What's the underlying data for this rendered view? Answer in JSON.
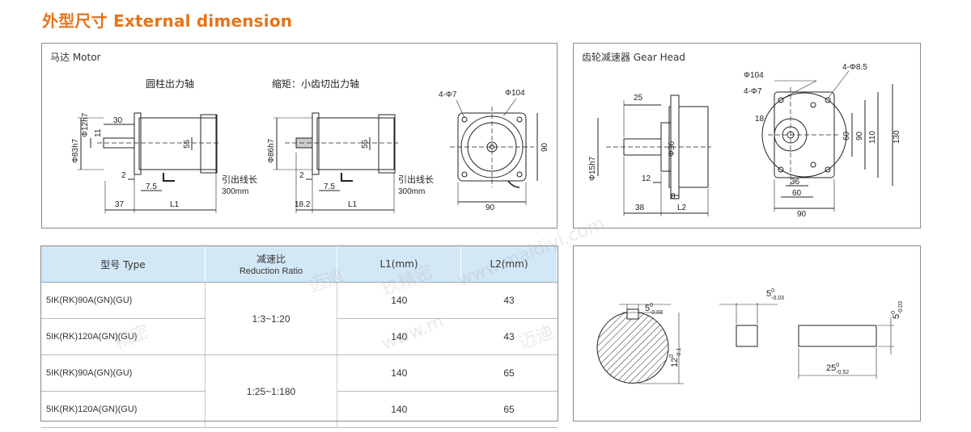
{
  "header": {
    "title": "外型尺寸 External dimension"
  },
  "motor_panel": {
    "title": "马达 Motor",
    "caption_round": "圆柱出力轴",
    "caption_gear": "缩矩：小齿切出力轴",
    "dims_round": {
      "d_shaft": "Φ12h7",
      "d_body": "Φ83h7",
      "len30": "30",
      "len11": "11",
      "len55": "55",
      "len2": "2",
      "len75": "7.5",
      "len37": "37",
      "L1": "L1"
    },
    "dims_gear": {
      "d_body": "Φ86h7",
      "len55": "55",
      "len2": "2",
      "len75": "7.5",
      "len182": "18.2",
      "L1": "L1"
    },
    "lead_label": "引出线长",
    "lead_len": "300mm",
    "front": {
      "holes": "4-Φ7",
      "pcd": "Φ104",
      "h90": "90",
      "w90": "90"
    }
  },
  "gear_panel": {
    "title": "齿轮减速器 Gear Head",
    "side": {
      "len25": "25",
      "d36": "Φ36",
      "d15": "Φ15h7",
      "len12": "12",
      "len8": "8",
      "len38": "38",
      "L2": "L2"
    },
    "front": {
      "pcd104": "Φ104",
      "holes7": "4-Φ7",
      "holes85": "4-Φ8.5",
      "len18": "18",
      "h60": "60",
      "h90": "90",
      "h110": "110",
      "h130": "130",
      "w36": "36",
      "w60": "60",
      "w90": "90"
    }
  },
  "key_panel": {
    "shaft_key_w": "5",
    "shaft_key_w_tol_hi": "0",
    "shaft_key_w_tol_lo": "-0.03",
    "shaft_h": "12",
    "shaft_h_tol_hi": "0",
    "shaft_h_tol_lo": "-0.1",
    "key_w": "5",
    "key_w_tol_hi": "0",
    "key_w_tol_lo": "-0.03",
    "key_len": "25",
    "key_len_tol_hi": "0",
    "key_len_tol_lo": "-0.52",
    "key_h": "5",
    "key_h_tol_hi": "0",
    "key_h_tol_lo": "-0.03"
  },
  "table": {
    "headers": {
      "type": "型号 Type",
      "ratio_cn": "减速比",
      "ratio_en": "Reduction Ratio",
      "l1": "L1(mm)",
      "l2": "L2(mm)"
    },
    "groups": [
      {
        "ratio": "1:3~1:20",
        "rows": [
          {
            "type": "5IK(RK)90A(GN)(GU)",
            "l1": "140",
            "l2": "43"
          },
          {
            "type": "5IK(RK)120A(GN)(GU)",
            "l1": "140",
            "l2": "43"
          }
        ]
      },
      {
        "ratio": "1:25~1:180",
        "rows": [
          {
            "type": "5IK(RK)90A(GN)(GU)",
            "l1": "140",
            "l2": "65"
          },
          {
            "type": "5IK(RK)120A(GN)(GU)",
            "l1": "140",
            "l2": "65"
          }
        ]
      }
    ]
  },
  "watermarks": [
    "www.maidiyi.com",
    "迈迪",
    "玖精密",
    "迈迪",
    "精密",
    "www.m"
  ]
}
